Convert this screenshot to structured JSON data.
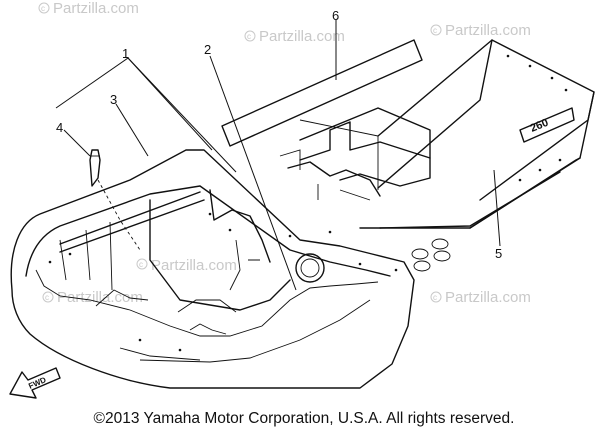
{
  "diagram": {
    "callouts": [
      "1",
      "2",
      "3",
      "4",
      "5",
      "6"
    ],
    "watermark": "Partzilla.com",
    "fwd_label": "FWD",
    "decal_text": "260"
  },
  "footer": {
    "copyright": "©2013 Yamaha Motor Corporation, U.S.A. All rights reserved."
  }
}
